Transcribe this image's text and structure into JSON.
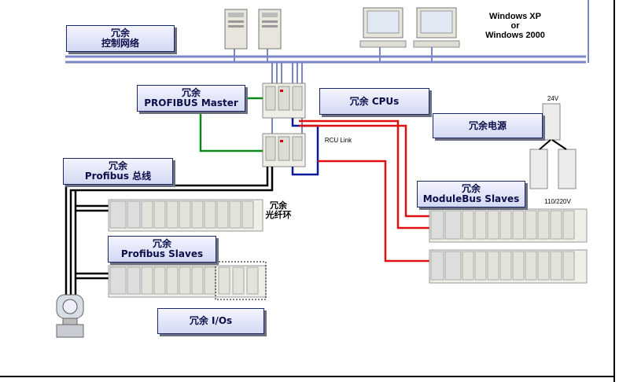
{
  "network": {
    "os_line1": "Windows XP",
    "os_line2": "or",
    "os_line3": "Windows 2000",
    "control_network": [
      "冗余",
      "控制网络"
    ]
  },
  "labels": {
    "profibus_master": [
      "冗余",
      "PROFIBUS Master"
    ],
    "cpus": "冗余 CPUs",
    "power": "冗余电源",
    "profibus_bus": [
      "冗余",
      "Profibus 总线"
    ],
    "modulebus_slaves": [
      "冗余",
      "ModuleBus Slaves"
    ],
    "profibus_slaves": [
      "冗余",
      "Profibus Slaves"
    ],
    "ios": "冗余 I/Os",
    "fiber_ring": [
      "冗余",
      "光纤环"
    ],
    "rcu_link": "RCU Link",
    "v24": "24V",
    "v110": "110/220V"
  },
  "colors": {
    "network_bus": "#7b86c8",
    "profibus_green": "#0a8a1a",
    "modulebus_red": "#e01010",
    "rcu_blue": "#0a1a9a",
    "profibus_cable": "#000000"
  }
}
